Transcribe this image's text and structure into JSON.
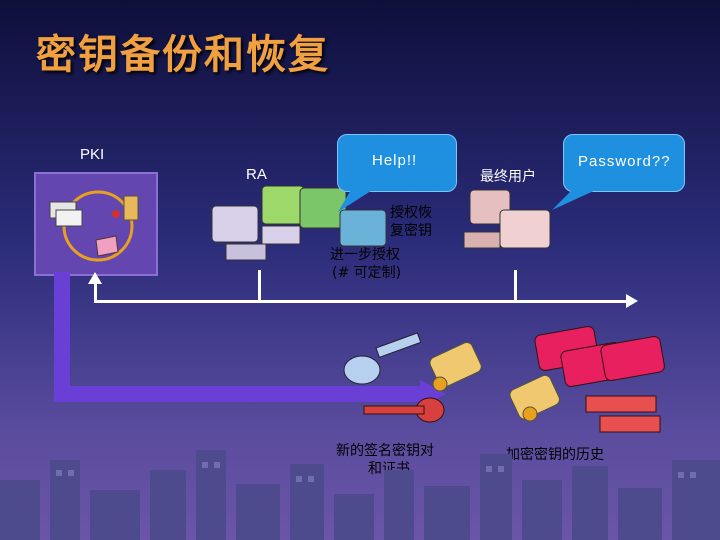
{
  "title": "密钥备份和恢复",
  "labels": {
    "pki": "PKI",
    "ra": "RA",
    "end_user": "最终用户",
    "authorize_recover_1": "授权恢",
    "authorize_recover_2": "复密钥",
    "further_auth_1": "进一步授权",
    "further_auth_2": "(# 可定制)",
    "new_key_pair_1": "新的签名密钥对",
    "new_key_pair_2": "和证书",
    "history": "加密密钥的历史"
  },
  "bubbles": {
    "help": "Help!!",
    "password": "Password??"
  },
  "colors": {
    "title": "#f0a040",
    "bubble": "#1f8fe0",
    "flow_arrow": "#6a3fd6",
    "pki_box": "#6446b0"
  }
}
